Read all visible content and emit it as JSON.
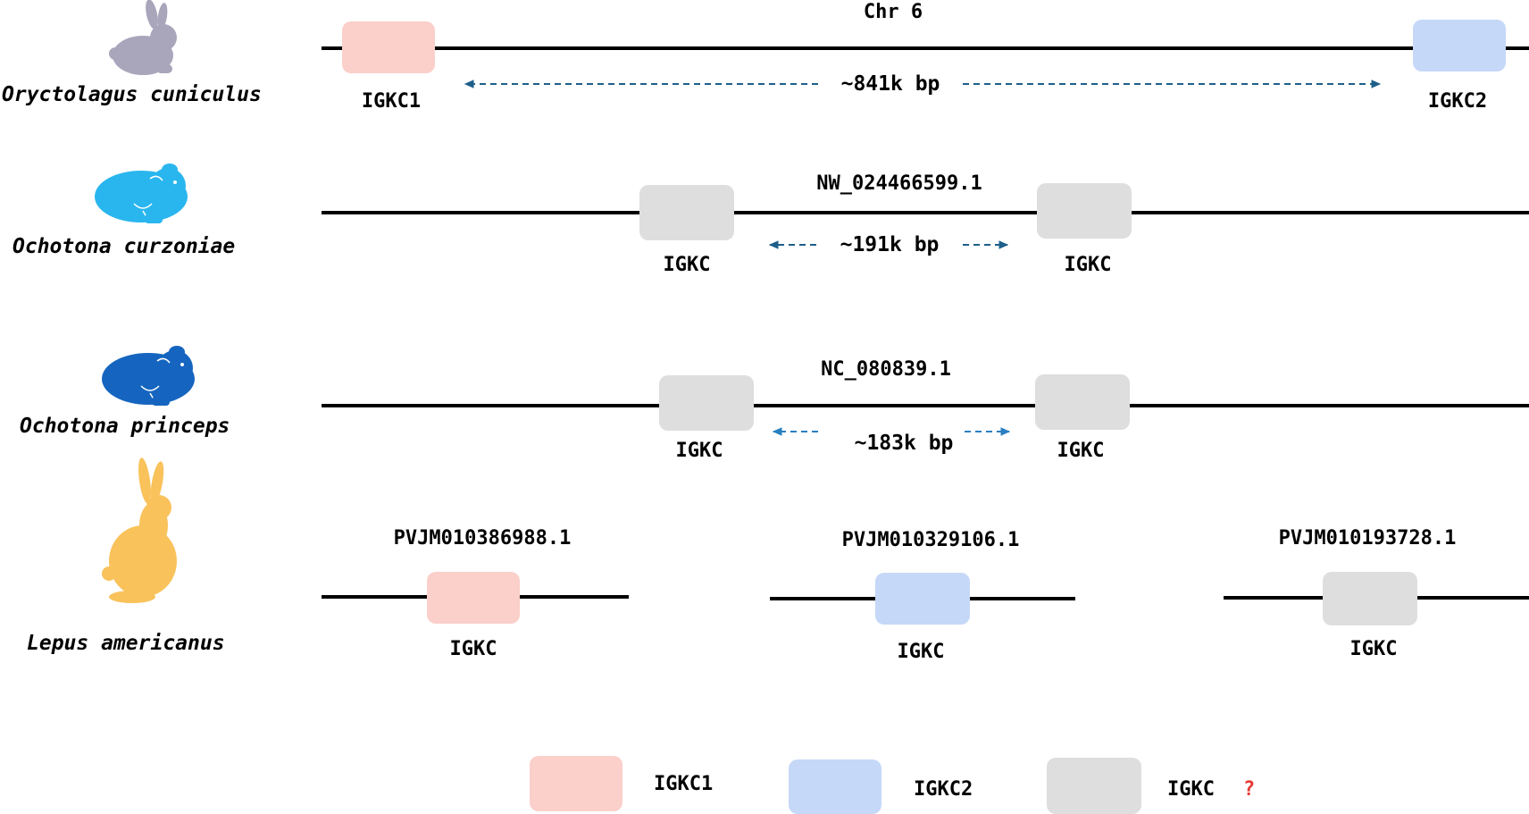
{
  "colors": {
    "igkc1": "#fbcfca",
    "igkc2": "#c5d8f8",
    "igkc_unknown": "#dedede",
    "line": "#000000",
    "arrow_dark": "#1e5f8a",
    "arrow_light": "#2a7fc0",
    "rabbit_grey": "#a9a5bb",
    "pika_light": "#29b6ee",
    "pika_dark": "#1565c0",
    "hare": "#f9c25b",
    "question_mark": "#e53935"
  },
  "species": [
    {
      "name": "Oryctolagus cuniculus",
      "icon": "rabbit-icon",
      "contig": "Chr 6",
      "distance": "~841k bp",
      "genes": [
        {
          "label": "IGKC1",
          "type": "igkc1"
        },
        {
          "label": "IGKC2",
          "type": "igkc2"
        }
      ]
    },
    {
      "name": "Ochotona curzoniae",
      "icon": "pika-icon",
      "contig": "NW_024466599.1",
      "distance": "~191k bp",
      "genes": [
        {
          "label": "IGKC",
          "type": "igkc_unknown"
        },
        {
          "label": "IGKC",
          "type": "igkc_unknown"
        }
      ]
    },
    {
      "name": "Ochotona princeps",
      "icon": "pika-icon",
      "contig": "NC_080839.1",
      "distance": "~183k bp",
      "genes": [
        {
          "label": "IGKC",
          "type": "igkc_unknown"
        },
        {
          "label": "IGKC",
          "type": "igkc_unknown"
        }
      ]
    },
    {
      "name": "Lepus americanus",
      "icon": "hare-icon",
      "contigs": [
        {
          "id": "PVJM010386988.1",
          "gene": {
            "label": "IGKC",
            "type": "igkc1"
          }
        },
        {
          "id": "PVJM010329106.1",
          "gene": {
            "label": "IGKC",
            "type": "igkc2"
          }
        },
        {
          "id": "PVJM010193728.1",
          "gene": {
            "label": "IGKC",
            "type": "igkc_unknown"
          }
        }
      ]
    }
  ],
  "legend": [
    {
      "label": "IGKC1",
      "type": "igkc1",
      "mark": ""
    },
    {
      "label": "IGKC2",
      "type": "igkc2",
      "mark": ""
    },
    {
      "label": "IGKC",
      "type": "igkc_unknown",
      "mark": "?"
    }
  ]
}
